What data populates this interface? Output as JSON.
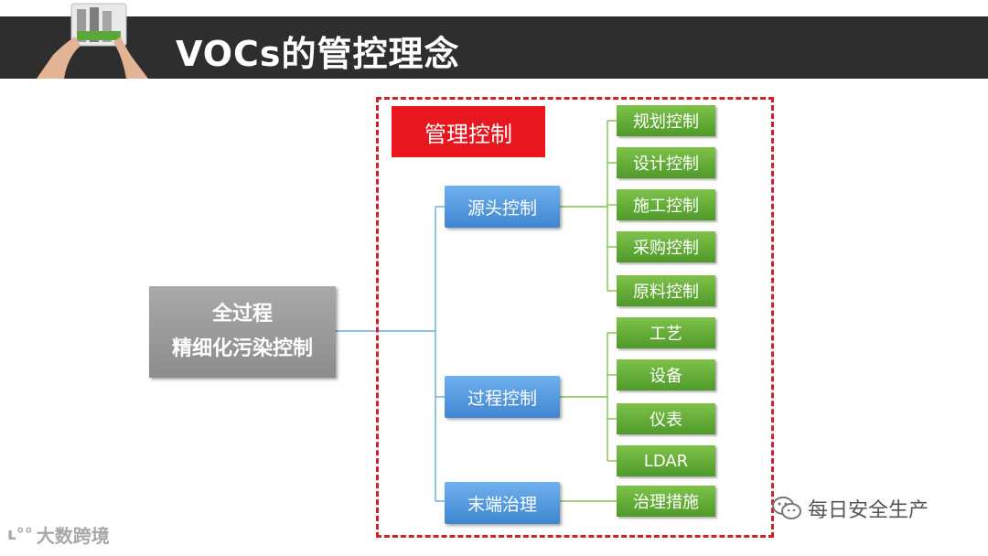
{
  "title": "VOCs的管控理念",
  "root": {
    "line1": "全过程",
    "line2": "精细化污染控制"
  },
  "management_label": "管理控制",
  "branches": [
    {
      "label": "源头控制",
      "children": [
        "规划控制",
        "设计控制",
        "施工控制",
        "采购控制",
        "原料控制"
      ]
    },
    {
      "label": "过程控制",
      "children": [
        "工艺",
        "设备",
        "仪表",
        "LDAR"
      ]
    },
    {
      "label": "末端治理",
      "children": [
        "治理措施"
      ]
    }
  ],
  "watermark_right": "每日安全生产",
  "watermark_left": "大数跨境",
  "colors": {
    "header": "#2e2e2e",
    "frame": "#d0202a",
    "mid": "#3f86d0",
    "leaf": "#4f9a2a",
    "root": "#999999"
  }
}
